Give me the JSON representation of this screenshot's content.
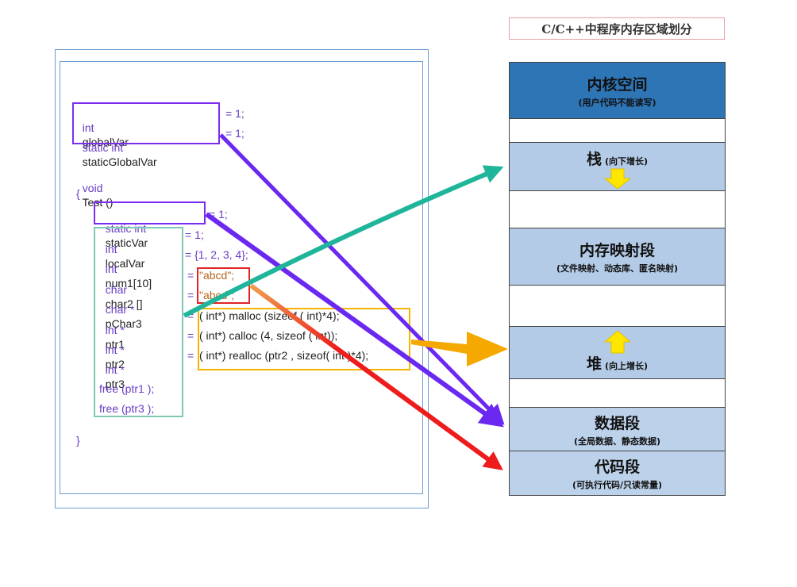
{
  "title": "C/C++中程序内存区域划分",
  "colors": {
    "purple": "#6a28f0",
    "teal": "#1fb59a",
    "orange": "#f5a800",
    "red": "#ee1c1c",
    "kernel": "#2e75b6",
    "segment_light": "#b4cbe7",
    "segment_mid": "#bcd1ea",
    "gap": "#ffffff"
  },
  "code": {
    "line1": {
      "type": "int",
      "name": "globalVar",
      "rest": "= 1;"
    },
    "line2": {
      "type": "static int",
      "name": "staticGlobalVar",
      "rest": "= 1;"
    },
    "line3": {
      "kw": "void",
      "name": "Test ()"
    },
    "line4": "{",
    "line5": {
      "type": "static int",
      "name": "staticVar",
      "rest": "= 1;"
    },
    "line6": {
      "type": "int",
      "name": "localVar",
      "rest": "= 1;"
    },
    "line7": {
      "type": "int",
      "name": "num1[10]",
      "rest": "= {1, 2, 3, 4};"
    },
    "line8": {
      "type": "char",
      "name": "char2 []",
      "eq": "=",
      "str": "\"abcd\";"
    },
    "line9": {
      "type": "char *",
      "name": "pChar3",
      "eq": "=",
      "str": "\"abcd\";"
    },
    "line10": {
      "type": "int *",
      "name": "ptr1",
      "eq": "=",
      "rest": "( int*) malloc (sizeof ( int)*4);"
    },
    "line11": {
      "type": "int *",
      "name": "ptr2",
      "eq": "=",
      "rest": "( int*) calloc (4, sizeof ( int));"
    },
    "line12": {
      "type": "int *",
      "name": "ptr3",
      "eq": "=",
      "rest": "( int*) realloc (ptr2 , sizeof( int )*4);"
    },
    "line13": "free (ptr1 );",
    "line14": "free (ptr3 );",
    "line15": "}"
  },
  "memory": {
    "kernel": {
      "name": "内核空间",
      "note": "(用户代码不能读写)"
    },
    "stack": {
      "name": "栈",
      "note": "(向下增长)"
    },
    "mmap": {
      "name": "内存映射段",
      "note": "(文件映射、动态库、匿名映射)"
    },
    "heap": {
      "name": "堆",
      "note": "(向上增长)"
    },
    "data": {
      "name": "数据段",
      "note": "(全局数据、静态数据)"
    },
    "code": {
      "name": "代码段",
      "note": "(可执行代码/只读常量)"
    }
  }
}
